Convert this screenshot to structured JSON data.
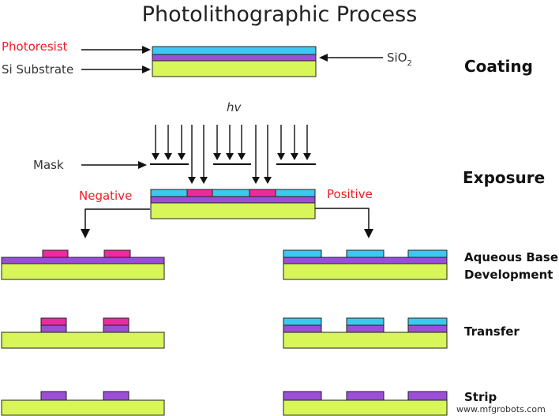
{
  "title": "Photolithographic Process",
  "labels": {
    "photoresist": "Photoresist",
    "substrate": "Si Substrate",
    "sio2": "SiO",
    "sio2_sub": "2",
    "hv": "hv",
    "mask": "Mask",
    "negative": "Negative",
    "positive": "Positive"
  },
  "stages": {
    "coating": "Coating",
    "exposure": "Exposure",
    "development_line1": "Aqueous Base",
    "development_line2": "Development",
    "transfer": "Transfer",
    "strip": "Strip"
  },
  "watermark": "www.mfgrobots.com",
  "colors": {
    "photoresist": "#3cc8f0",
    "exposed_resist": "#ee2a9f",
    "sio2": "#9b4fd6",
    "substrate": "#d8f55a",
    "outline": "#222222",
    "label_red": "#ee1c25"
  }
}
